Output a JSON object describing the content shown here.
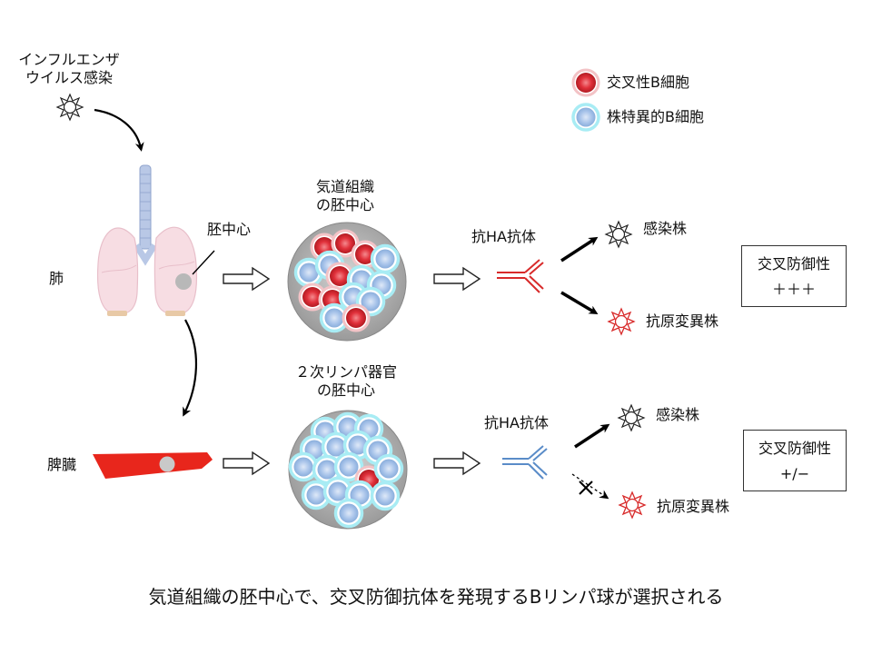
{
  "labels": {
    "infection_line1": "インフルエンザ",
    "infection_line2": "ウイルス感染",
    "lung": "肺",
    "germinal_center": "胚中心",
    "spleen": "脾臓",
    "airway_gc_line1": "気道組織",
    "airway_gc_line2": "の胚中心",
    "lymph_gc_line1": "２次リンパ器官",
    "lymph_gc_line2": "の胚中心",
    "antibody_top": "抗HA抗体",
    "antibody_bottom": "抗HA抗体",
    "infected_strain_top": "感染株",
    "variant_strain_top": "抗原変異株",
    "infected_strain_bottom": "感染株",
    "variant_strain_bottom": "抗原変異株",
    "caption": "気道組織の胚中心で、交叉防御抗体を発現するBリンパ球が選択される"
  },
  "legend": {
    "cross_reactive": "交叉性B細胞",
    "strain_specific": "株特異的B細胞"
  },
  "protection_top": {
    "title": "交叉防御性",
    "level": "＋＋＋"
  },
  "protection_bottom": {
    "title": "交叉防御性",
    "level": "+/−"
  },
  "colors": {
    "cross_reactive_cell": "#e0303a",
    "strain_specific_cell": "#a9c9ec",
    "antibody_top": "#d82a2a",
    "antibody_bottom": "#5a8cc8",
    "spleen": "#e8261c",
    "lung": "#f7dde3",
    "trachea": "#b9c8e6"
  },
  "icons": {
    "virus": "virus-icon",
    "arrow": "hollow-right-arrow-icon",
    "block": "cross-mark-icon"
  }
}
